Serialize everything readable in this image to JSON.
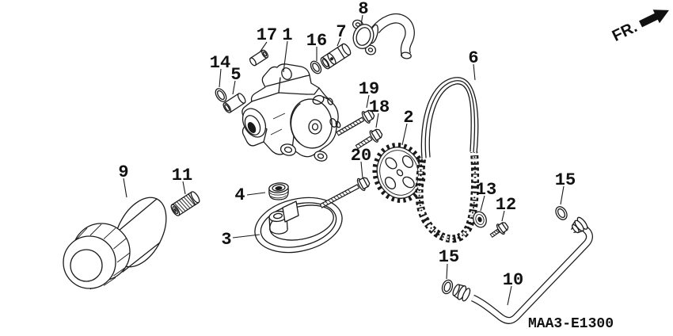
{
  "diagram": {
    "code": "MAA3-E1300",
    "fr_label": "FR.",
    "callouts": {
      "c1": "1",
      "c2": "2",
      "c3": "3",
      "c4": "4",
      "c5": "5",
      "c6": "6",
      "c7": "7",
      "c8": "8",
      "c9": "9",
      "c10": "10",
      "c11": "11",
      "c12": "12",
      "c13": "13",
      "c14": "14",
      "c15": "15",
      "c16": "16",
      "c17": "17",
      "c18": "18",
      "c19": "19",
      "c20": "20"
    }
  }
}
